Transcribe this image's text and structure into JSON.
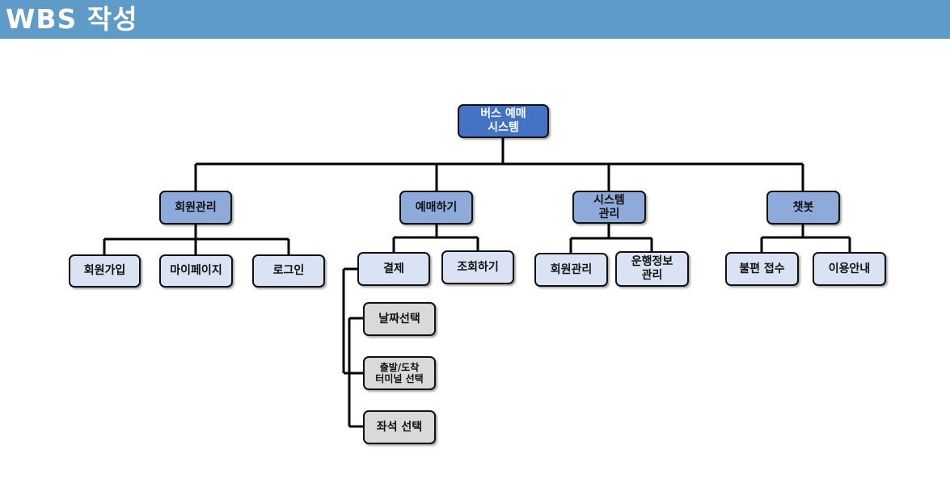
{
  "header": {
    "title": "WBS 작성"
  },
  "colors": {
    "header_bg": "#5f9bc8",
    "root_fill": "#4472c4",
    "level1_fill": "#8eaadb",
    "level2_fill": "#dae3f3",
    "level3_fill": "#d9d9d9"
  },
  "wbs": {
    "root": "버스 예매\n시스템",
    "member_mgmt": {
      "label": "회원관리",
      "signup": "회원가입",
      "mypage": "마이페이지",
      "login": "로그인"
    },
    "booking": {
      "label": "예매하기",
      "payment": "결제",
      "lookup": "조회하기",
      "date_select": "날짜선택",
      "terminal_select": "출발/도착\n터미널 선택",
      "seat_select": "좌석 선택"
    },
    "system_mgmt": {
      "label": "시스템\n관리",
      "member_mgmt": "회원관리",
      "operation_info": "운행정보\n관리"
    },
    "chatbot": {
      "label": "챗봇",
      "complaint": "불편 접수",
      "guide": "이용안내"
    }
  }
}
